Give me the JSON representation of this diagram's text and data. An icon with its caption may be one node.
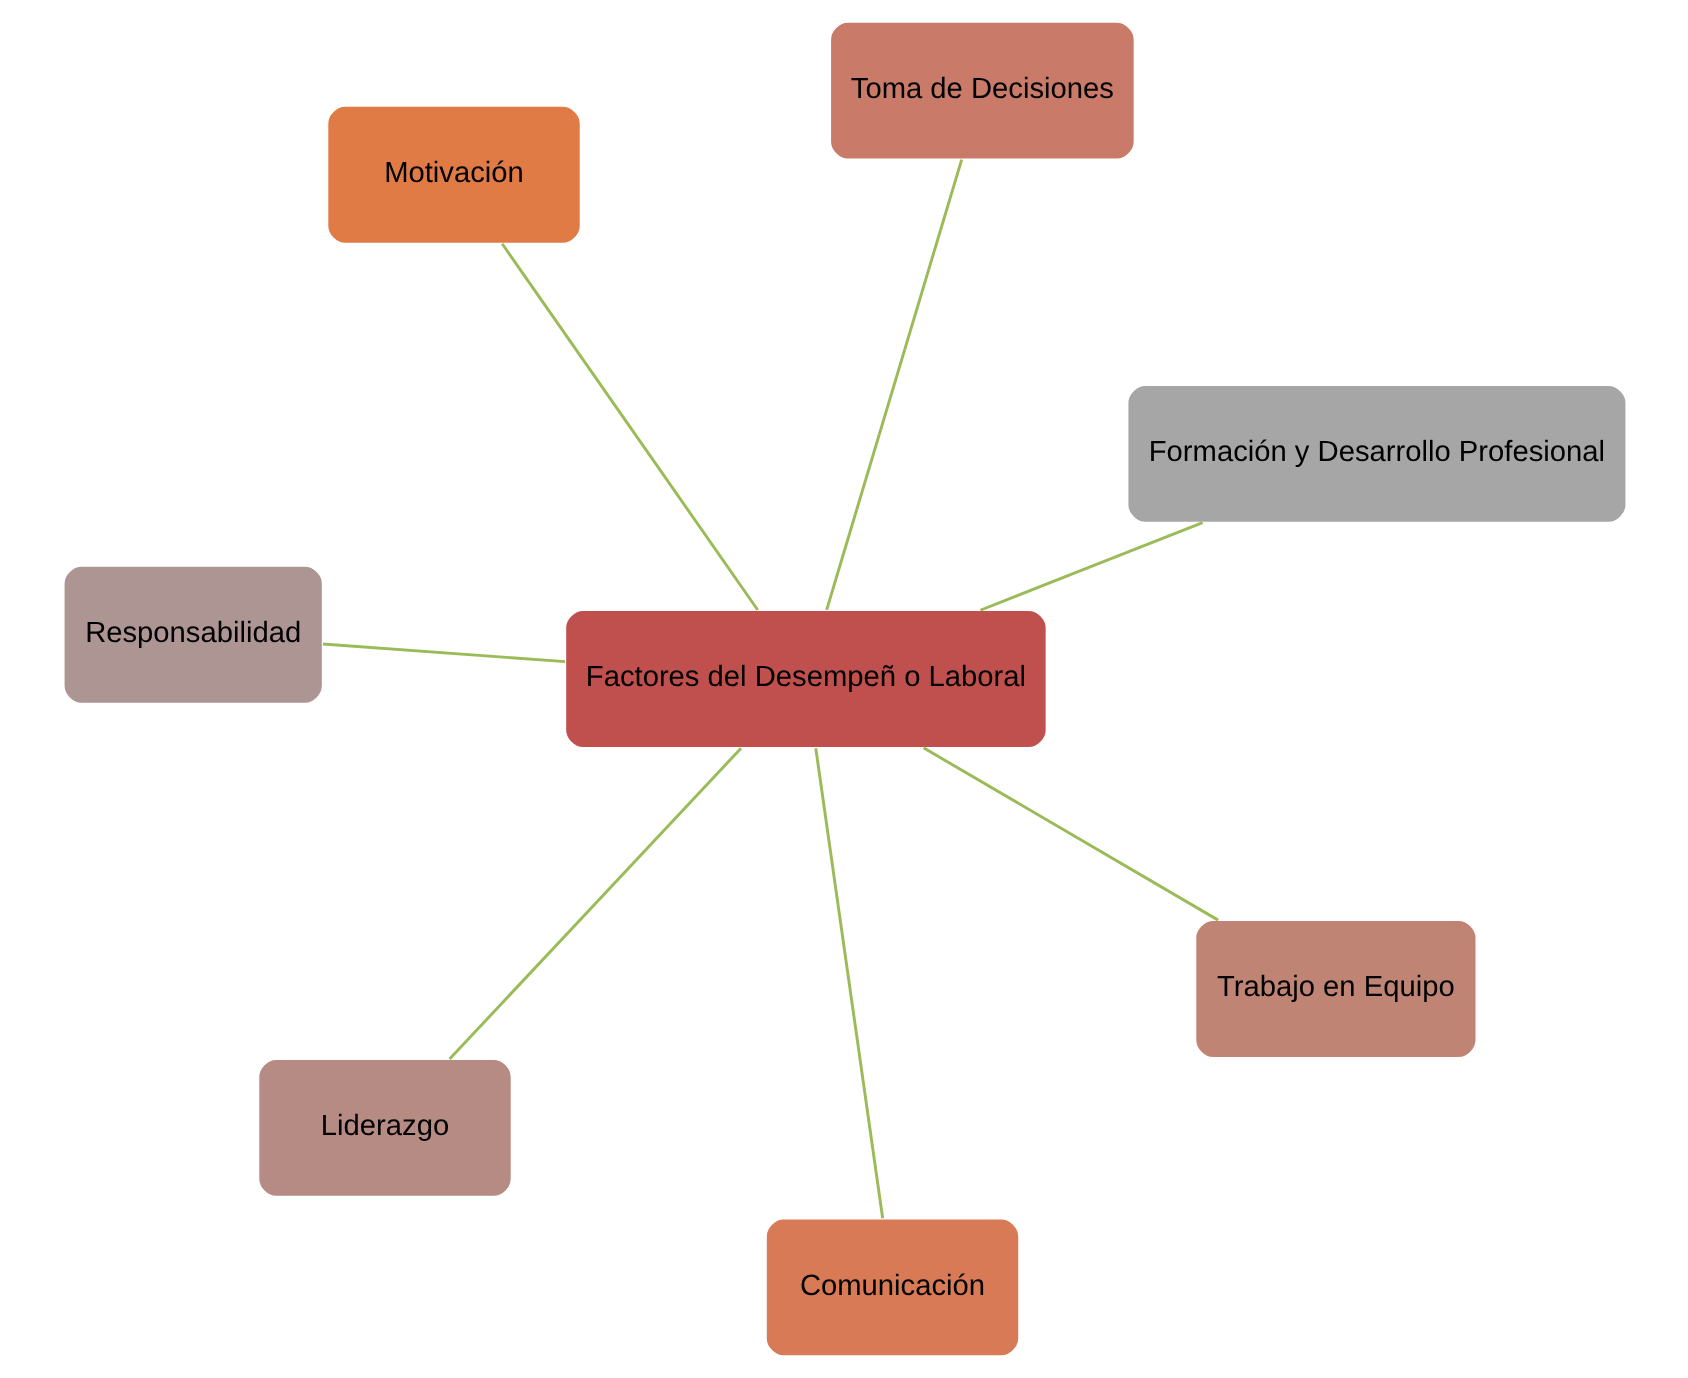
{
  "diagram": {
    "nodes": [
      {
        "text": [
          "Motivación"
        ]
      },
      {
        "text": [
          "Formación y Desarrollo Profesional"
        ]
      },
      {
        "text": [
          "Comunicación"
        ]
      },
      {
        "text": [
          "Factores del Desempeñ o Laboral"
        ]
      },
      {
        "text": [
          "Toma de Decisiones"
        ]
      },
      {
        "text": [
          "Responsabilidad"
        ]
      },
      {
        "text": [
          "Liderazgo"
        ]
      },
      {
        "text": [
          "Trabajo en Equipo"
        ]
      }
    ],
    "edges": [
      {
        "from": 3,
        "to": 0,
        "arrow": "none"
      },
      {
        "from": 3,
        "to": 1,
        "arrow": "none"
      },
      {
        "from": 3,
        "to": 2,
        "arrow": "none"
      },
      {
        "from": 3,
        "to": 4,
        "arrow": "none"
      },
      {
        "from": 3,
        "to": 5,
        "arrow": "none"
      },
      {
        "from": 3,
        "to": 6,
        "arrow": "none"
      },
      {
        "from": 3,
        "to": 7,
        "arrow": "none"
      }
    ]
  }
}
